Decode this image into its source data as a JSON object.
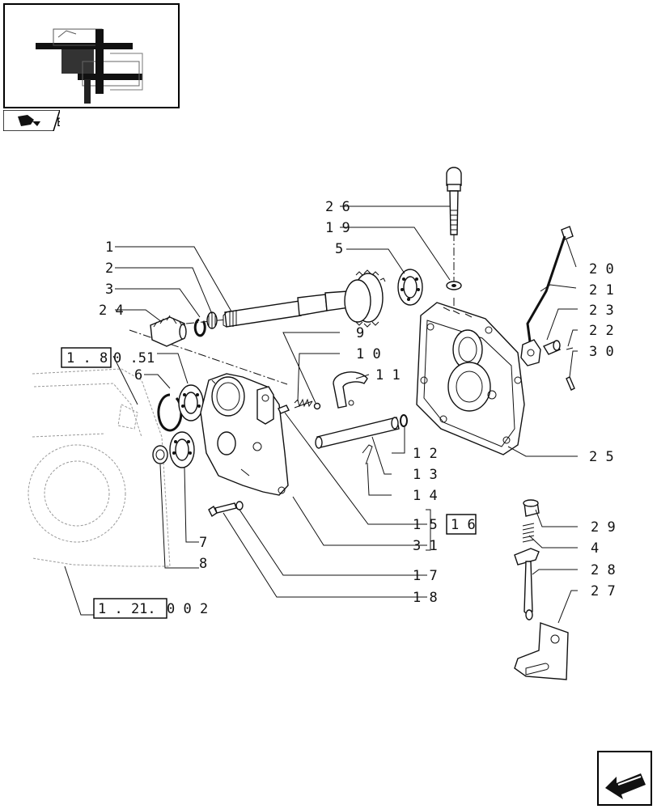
{
  "thumbnail": {
    "icon": "transmission-assembly-thumbnail"
  },
  "tab": {
    "icon": "book-icon",
    "letter": "E"
  },
  "nav": {
    "icon": "back-arrow-icon"
  },
  "refs": {
    "ref1": {
      "box": "1 . 8",
      "rest": "0 .51"
    },
    "ref2": {
      "box": "1 . 21.",
      "rest": "0   0 2"
    },
    "ref3": {
      "box": "1 6"
    }
  },
  "callouts": {
    "c1": "1",
    "c2": "2",
    "c3": "3",
    "c4": "4",
    "c5": "5",
    "c6": "6",
    "c7": "7",
    "c8": "8",
    "c9": "9",
    "c10": "1 0",
    "c11": "1 1",
    "c12": "1 2",
    "c13": "1 3",
    "c14": "1 4",
    "c15": "1 5",
    "c17": "1 7",
    "c18": "1 8",
    "c19": "1 9",
    "c20": "2 0",
    "c21": "2 1",
    "c22": "2 2",
    "c23": "2 3",
    "c24": "2 4",
    "c25": "2 5",
    "c26": "2 6",
    "c27": "2 7",
    "c28": "2 8",
    "c29": "2 9",
    "c30": "3 0",
    "c31": "3 1"
  }
}
